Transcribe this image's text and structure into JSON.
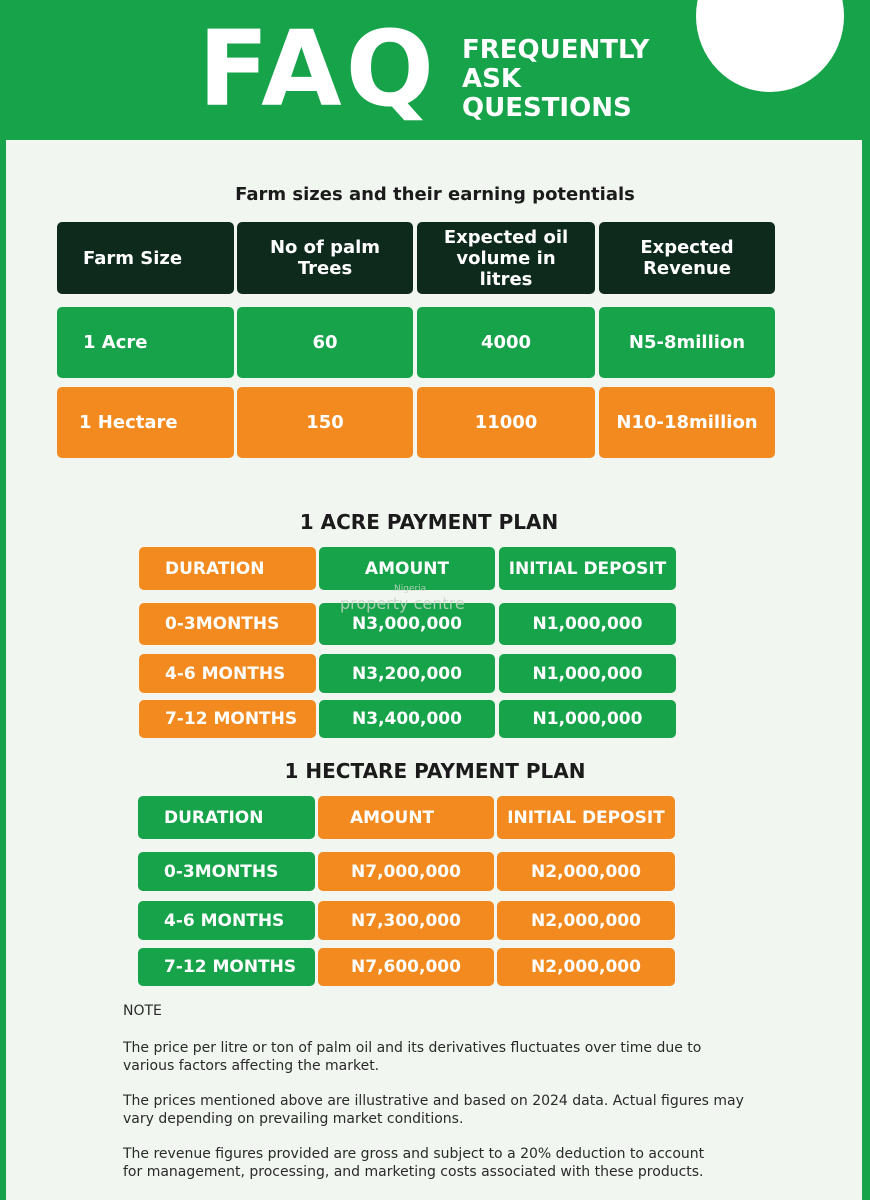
{
  "header": {
    "big": "FAQ",
    "sub": [
      "FREQUENTLY",
      "ASK",
      "QUESTIONS"
    ]
  },
  "farm_table": {
    "title": "Farm sizes and their earning potentials",
    "headers": [
      "Farm Size",
      "No of palm Trees",
      "Expected  oil volume in litres",
      "Expected Revenue"
    ],
    "rows": [
      [
        "1 Acre",
        "60",
        "4000",
        "N5-8million"
      ],
      [
        "1 Hectare",
        "150",
        "11000",
        "N10-18million"
      ]
    ]
  },
  "acre_plan": {
    "title": "1 ACRE PAYMENT PLAN",
    "headers": [
      "DURATION",
      "AMOUNT",
      "INITIAL DEPOSIT"
    ],
    "rows": [
      [
        "0-3MONTHS",
        "N3,000,000",
        "N1,000,000"
      ],
      [
        "4-6 MONTHS",
        "N3,200,000",
        "N1,000,000"
      ],
      [
        "7-12 MONTHS",
        "N3,400,000",
        "N1,000,000"
      ]
    ]
  },
  "hectare_plan": {
    "title": "1 HECTARE PAYMENT PLAN",
    "headers": [
      "DURATION",
      "AMOUNT",
      "INITIAL DEPOSIT"
    ],
    "rows": [
      [
        "0-3MONTHS",
        "N7,000,000",
        "N2,000,000"
      ],
      [
        "4-6 MONTHS",
        "N7,300,000",
        "N2,000,000"
      ],
      [
        "7-12 MONTHS",
        "N7,600,000",
        "N2,000,000"
      ]
    ]
  },
  "note": {
    "title": "NOTE",
    "paragraphs": [
      " The price per litre or ton of palm oil and its derivatives fluctuates over time due to various factors affecting the market.",
      "The prices mentioned above are illustrative and based on 2024 data. Actual figures may vary depending on prevailing market conditions.",
      "The revenue figures provided are gross and subject to a 20% deduction to account for management, processing, and marketing costs associated with these products."
    ]
  },
  "watermark": {
    "small": "Nigeria",
    "main": "property centre"
  },
  "colors": {
    "green": "#16a34a",
    "orange": "#f28a1f",
    "dark": "#0e2a1c"
  }
}
